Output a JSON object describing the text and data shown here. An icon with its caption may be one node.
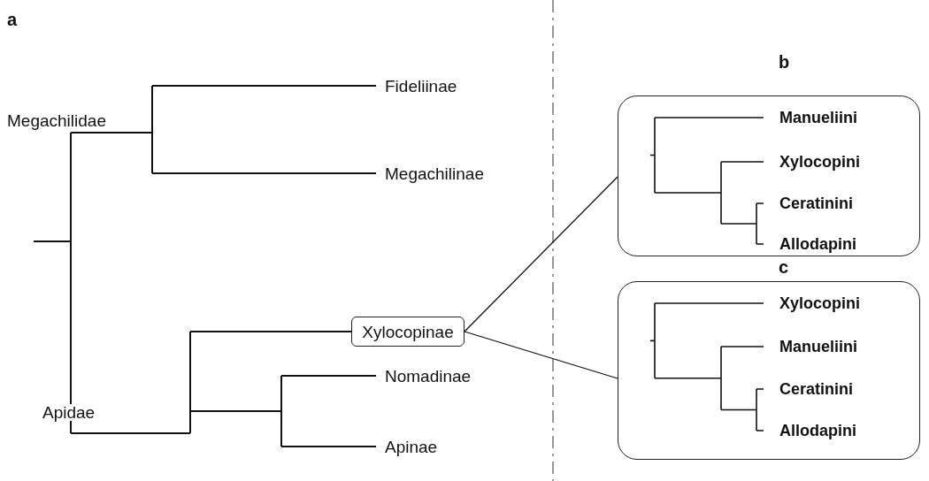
{
  "diagram": {
    "nodes": [
      {
        "text": [
          "Xylocopinae"
        ]
      },
      {
        "text": [
          "Manueliini",
          "Xylocopini",
          "Ceratinini",
          "Allodapini"
        ]
      },
      {
        "text": [
          "Xylocopini",
          "Manueliini",
          "Ceratinini",
          "Allodapini"
        ]
      }
    ],
    "edges": [
      {
        "from": 0,
        "to": 1,
        "arrow": "none"
      },
      {
        "from": 0,
        "to": 2,
        "arrow": "none"
      }
    ],
    "labels": [
      "a",
      "Megachilidae",
      "Fideliinae",
      "Megachilinae",
      "Apidae",
      "Nomadinae",
      "Apinae",
      "b",
      "c"
    ]
  }
}
